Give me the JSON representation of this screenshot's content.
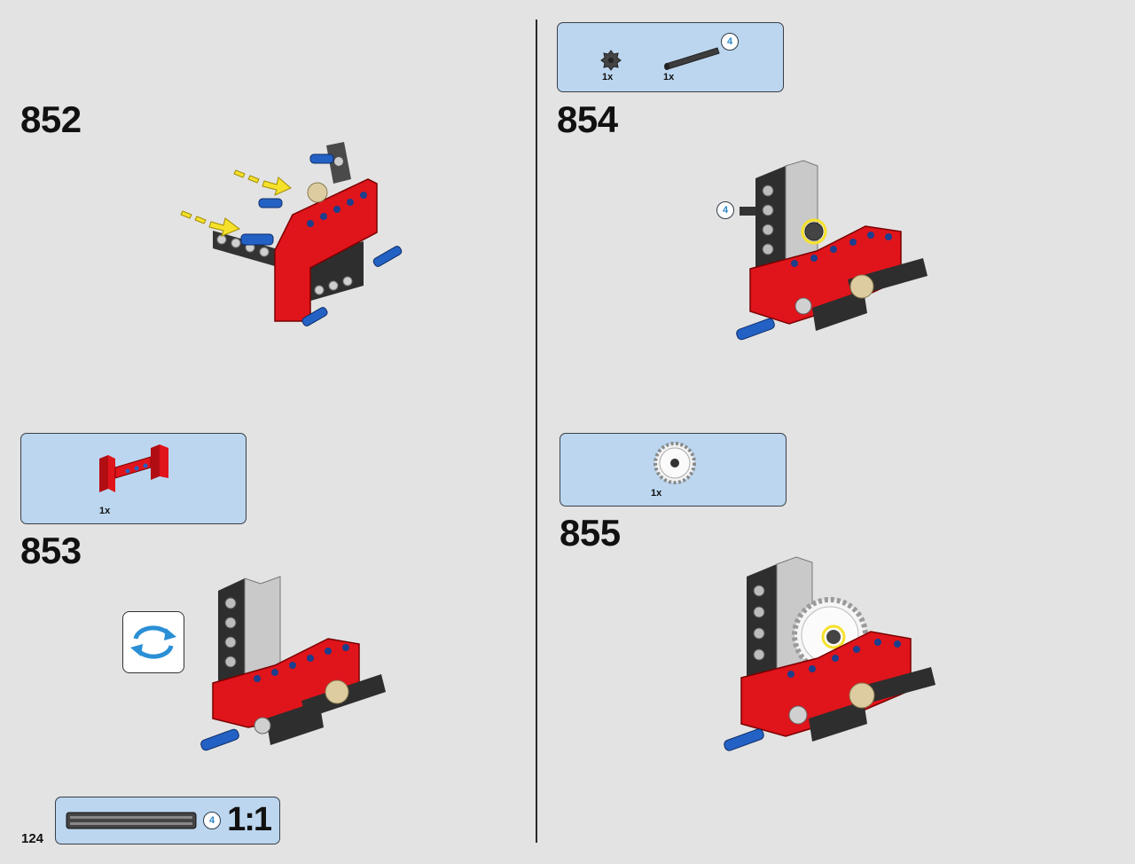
{
  "page": {
    "number": "124"
  },
  "steps": [
    {
      "number": "852"
    },
    {
      "number": "853",
      "parts": [
        {
          "qty": "1x",
          "icon": "red-beam-frame-icon"
        }
      ]
    },
    {
      "number": "854",
      "parts": [
        {
          "qty": "1x",
          "icon": "small-gear-icon"
        },
        {
          "qty": "1x",
          "icon": "axle-4-icon",
          "length": "4"
        }
      ],
      "callout_length": "4"
    },
    {
      "number": "855",
      "parts": [
        {
          "qty": "1x",
          "icon": "white-gear-24-icon"
        }
      ]
    }
  ],
  "rotate": {
    "icon": "rotate-model-icon"
  },
  "scale_check": {
    "length": "4",
    "ratio": "1:1"
  },
  "colors": {
    "background": "#e3e3e3",
    "parts_box": "#bcd6ef",
    "red": "#e0141b",
    "dark_grey": "#3a3a3a",
    "light_grey": "#c9c9c9",
    "blue": "#2461c4",
    "tan": "#dccca0",
    "yellow": "#f5e12a"
  }
}
